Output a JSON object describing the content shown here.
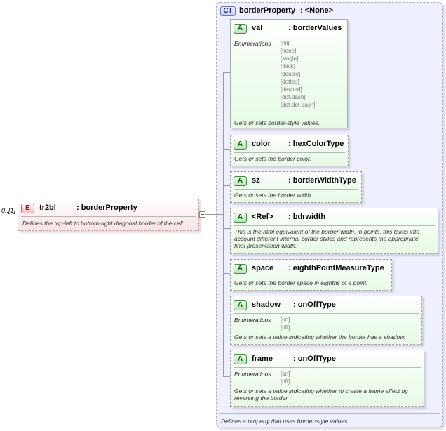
{
  "element": {
    "multiplicity": "0..[1]",
    "badge": "E",
    "name": "tr2bl",
    "type": ": borderProperty",
    "description": "Defines the top-left to bottom-right diagonal border of the cell."
  },
  "complex_type": {
    "badge": "CT",
    "name": "borderProperty",
    "type": ": <None>",
    "description": "Defines a property that uses border-style values."
  },
  "attributes": [
    {
      "badge": "A",
      "name": "val",
      "type": ": borderValues",
      "enum_label": "Enumerations",
      "enumerations": [
        "[nil]",
        "[none]",
        "[single]",
        "[thick]",
        "[double]",
        "[dotted]",
        "[dashed]",
        "[dot-dash]",
        "[dot-dot-dash]",
        "..."
      ],
      "description": "Gets or sets border-style values."
    },
    {
      "badge": "A",
      "name": "color",
      "type": ": hexColorType",
      "description": "Gets or sets the border color."
    },
    {
      "badge": "A",
      "name": "sz",
      "type": ": borderWidthType",
      "description": "Gets or sets the border width."
    },
    {
      "badge": "A",
      "name": "<Ref>",
      "type": ": bdrwidth",
      "description_lines": [
        "This is the html equivalent of the border width, in points.  this takes into",
        "account different internal border styles and represents the appropriate",
        "final presentation width."
      ]
    },
    {
      "badge": "A",
      "name": "space",
      "type": ": eighthPointMeasureType",
      "description": "Gets or sets the border space in eighths of a point."
    },
    {
      "badge": "A",
      "name": "shadow",
      "type": ": onOffType",
      "enum_label": "Enumerations",
      "enumerations": [
        "[on]",
        "[off]"
      ],
      "description": "Gets or sets a value indicating whether the border has a shadow."
    },
    {
      "badge": "A",
      "name": "frame",
      "type": ": onOffType",
      "enum_label": "Enumerations",
      "enumerations": [
        "[on]",
        "[off]"
      ],
      "description_lines": [
        "Gets or sets a value indicating whether to create a frame effect by",
        "reversing the border."
      ]
    }
  ]
}
